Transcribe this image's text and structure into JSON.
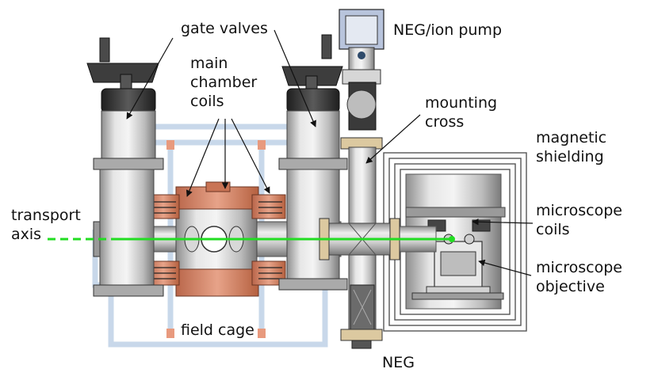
{
  "labels": {
    "gate_valves": "gate valves",
    "main_chamber_coils": [
      "main",
      "chamber",
      "coils"
    ],
    "neg_ion_pump": "NEG/ion pump",
    "mounting_cross": [
      "mounting",
      "cross"
    ],
    "magnetic_shielding": [
      "magnetic",
      "shielding"
    ],
    "transport_axis": [
      "transport",
      "axis"
    ],
    "microscope_coils": [
      "microscope",
      "coils"
    ],
    "microscope_objective": [
      "microscope",
      "objective"
    ],
    "field_cage": "field cage",
    "neg": "NEG"
  },
  "colors": {
    "beam": "#22dd22",
    "coil_copper": "#d9876a",
    "field_cage_frame": "#c8d8ea",
    "steel": "#c9c9c9",
    "dark_steel": "#3a3a3a",
    "pump_blue": "#b8c4dc",
    "bolt_tan": "#dcc9a0"
  }
}
